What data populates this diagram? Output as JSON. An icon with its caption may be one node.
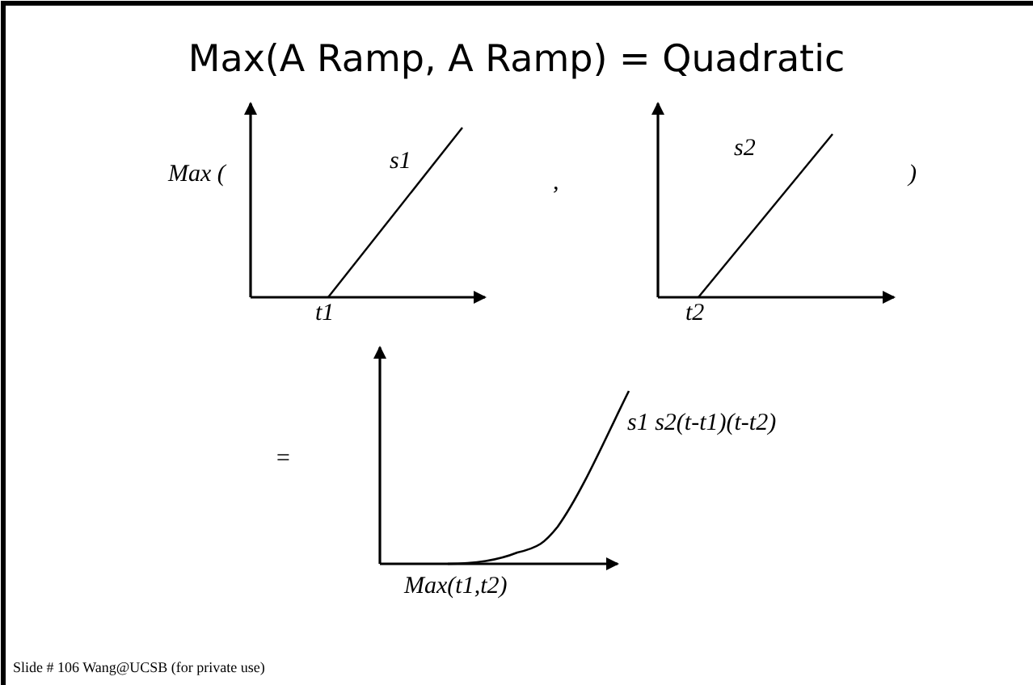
{
  "diagram": {
    "title": "Max(A Ramp, A Ramp) = Quadratic",
    "labels": [
      "Max (",
      "s1",
      "t1",
      ",",
      "s2",
      "t2",
      ")",
      "=",
      "s1 s2(t-t1)(t-t2)",
      "Max(t1,t2)",
      "Slide # 106 Wang@UCSB (for private use)"
    ]
  }
}
